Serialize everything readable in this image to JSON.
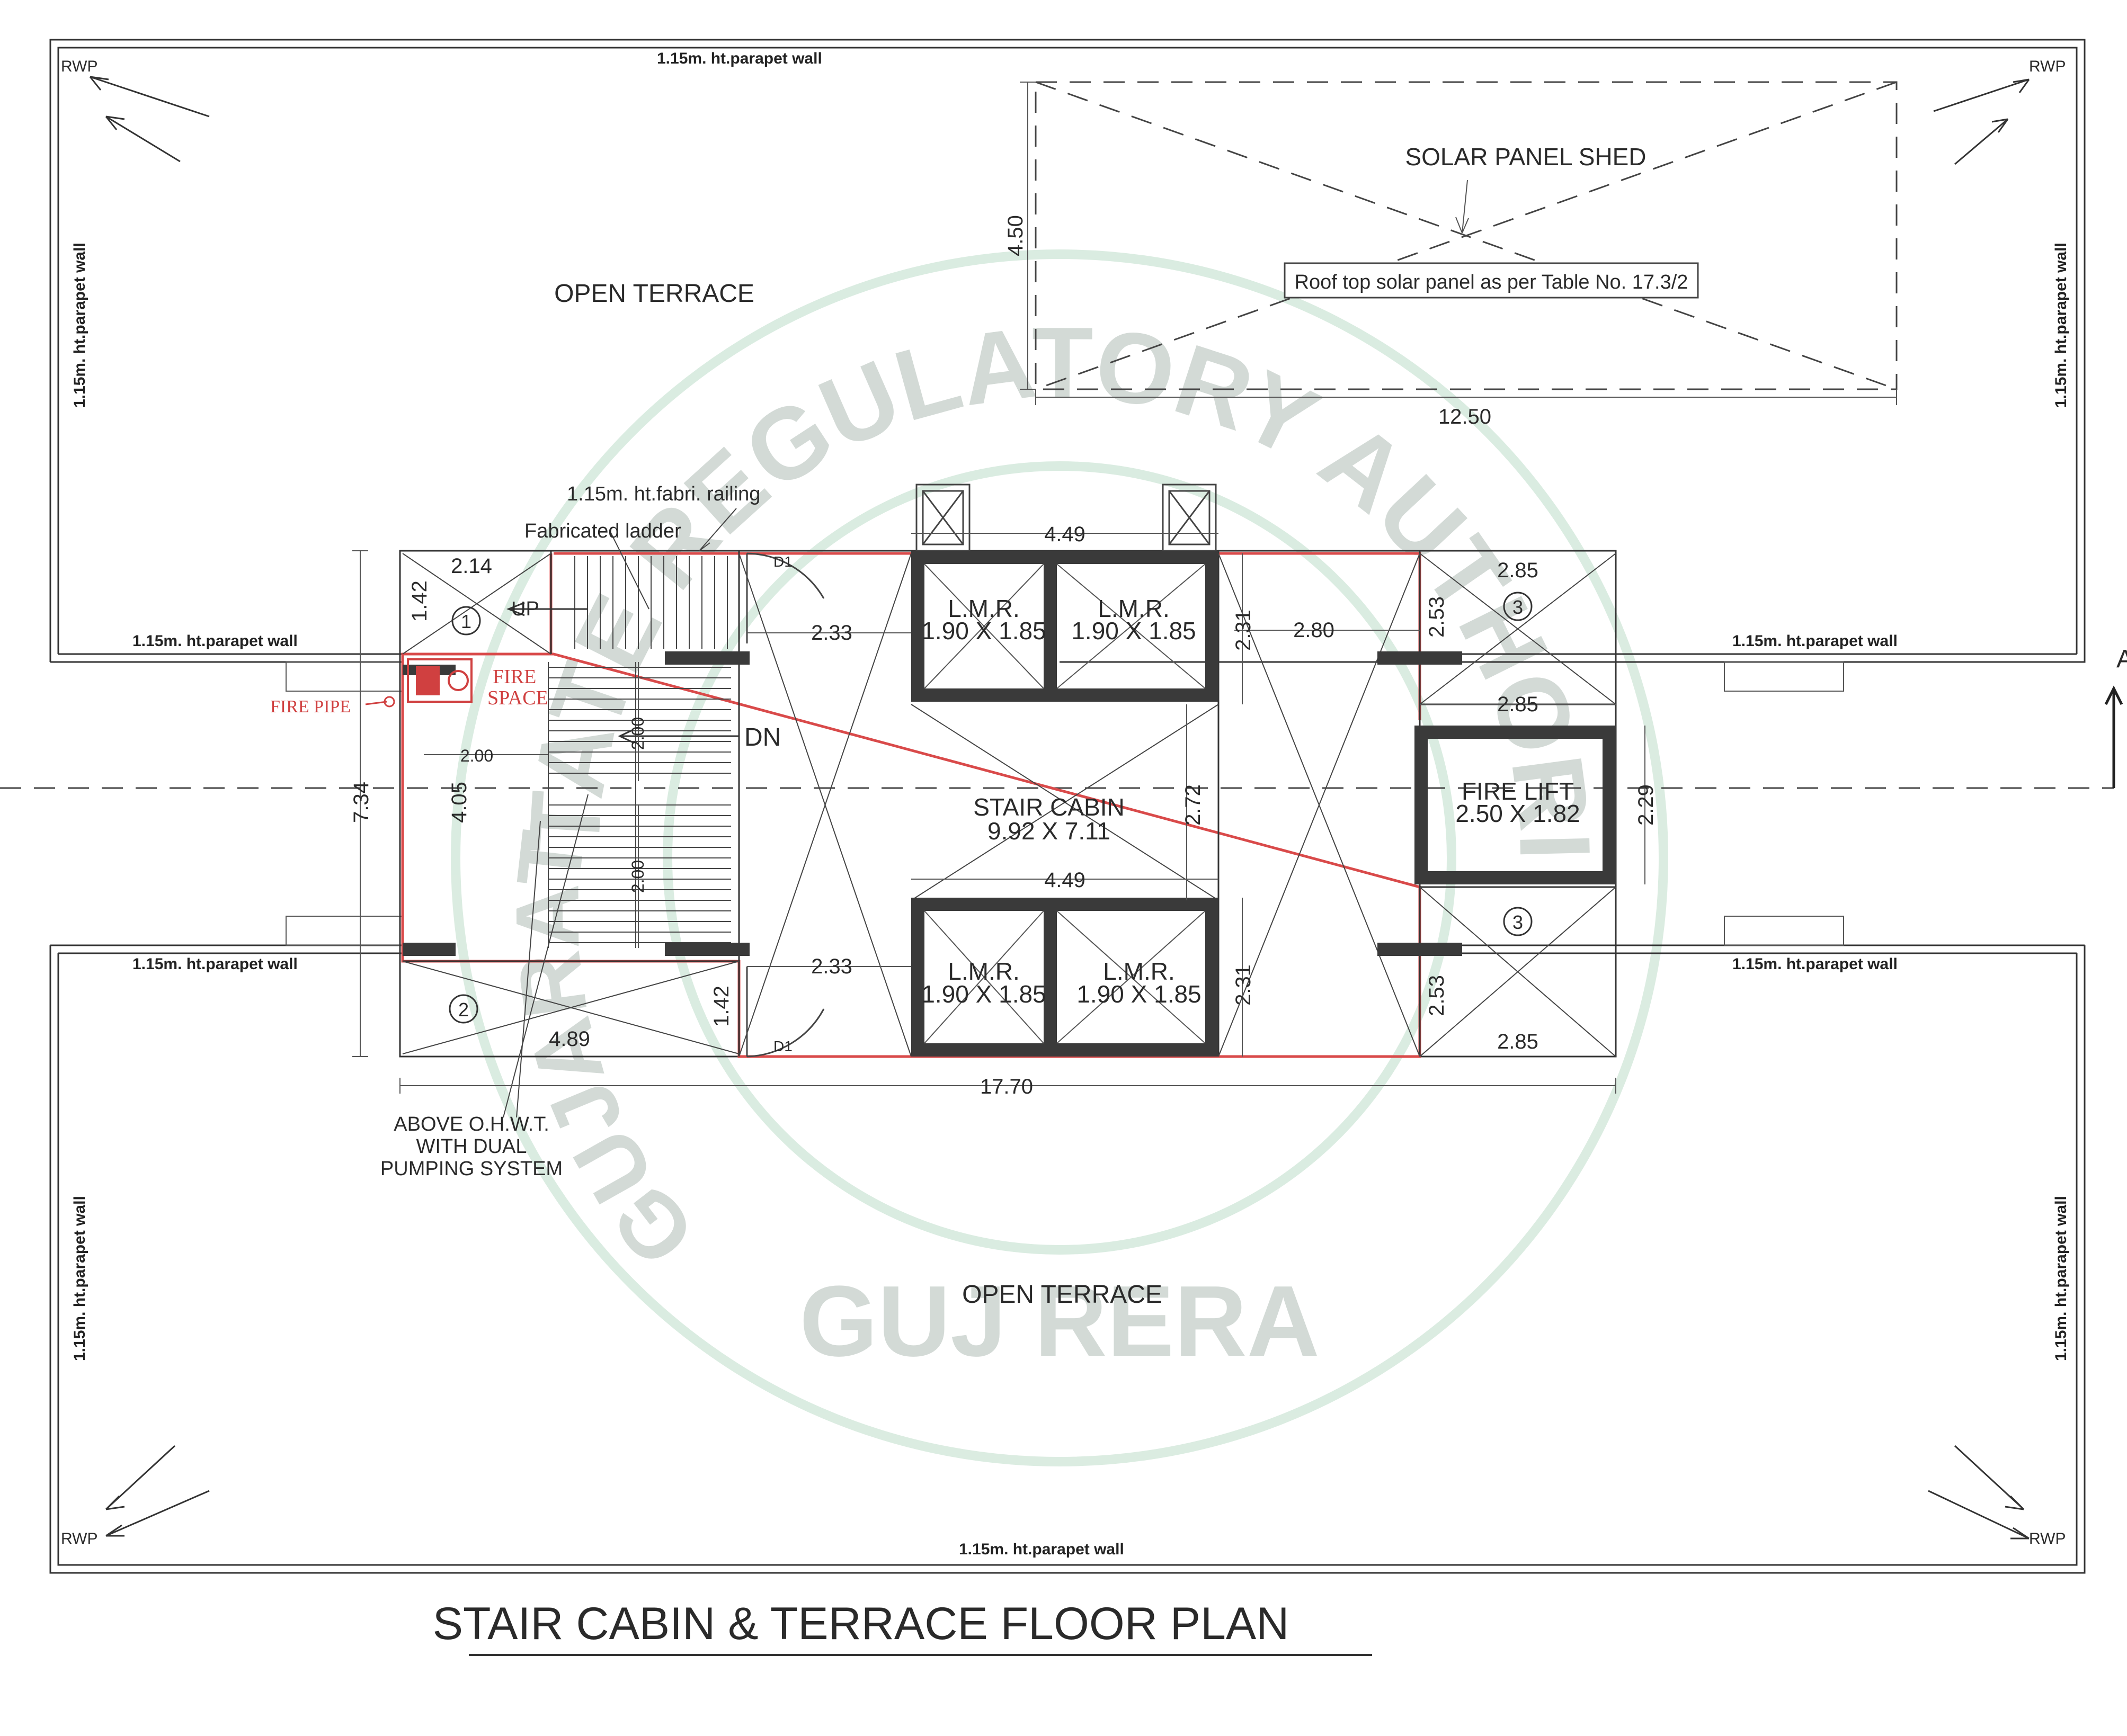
{
  "drawing_title": "STAIR CABIN & TERRACE FLOOR PLAN",
  "watermark": {
    "ring_text": "ESTATE REGULATORY AUTHORITY",
    "left_arc": "GUJARAT",
    "bottom_text": "GUJ RERA"
  },
  "labels": {
    "rwp": "RWP",
    "parapet_wall": "1.15m. ht.parapet wall",
    "parapet_wall_bottom": "1.15m. ht.parapet wall",
    "open_terrace": "OPEN TERRACE",
    "solar_panel_shed": "SOLAR PANEL SHED",
    "solar_note": "Roof top solar panel as per Table No. 17.3/2",
    "railing": "1.15m. ht.fabri. railing",
    "ladder": "Fabricated ladder",
    "up": "UP",
    "dn": "DN",
    "fire_space_1": "FIRE",
    "fire_space_2": "SPACE",
    "fire_pipe": "FIRE PIPE",
    "stair_cabin": "STAIR CABIN",
    "stair_cabin_size": "9.92 X 7.11",
    "lmr": "L.M.R.",
    "lmr_size": "1.90 X 1.85",
    "fire_lift": "FIRE LIFT",
    "fire_lift_size": "2.50 X 1.82",
    "ohwt_1": "ABOVE O.H.W.T.",
    "ohwt_2": "WITH DUAL",
    "ohwt_3": "PUMPING SYSTEM",
    "door": "D1",
    "circle_1": "1",
    "circle_2": "2",
    "circle_3": "3",
    "section_mark": "A"
  },
  "dimensions": {
    "solar_h": "4.50",
    "solar_w": "12.50",
    "d_2_14": "2.14",
    "d_1_42": "1.42",
    "d_4_49": "4.49",
    "d_2_33": "2.33",
    "d_2_31": "2.31",
    "d_2_80": "2.80",
    "d_2_53": "2.53",
    "d_2_85": "2.85",
    "d_2_00": "2.00",
    "d_4_05": "4.05",
    "d_7_34": "7.34",
    "d_2_72": "2.72",
    "d_2_29": "2.29",
    "d_4_89": "4.89",
    "d_17_70": "17.70"
  }
}
